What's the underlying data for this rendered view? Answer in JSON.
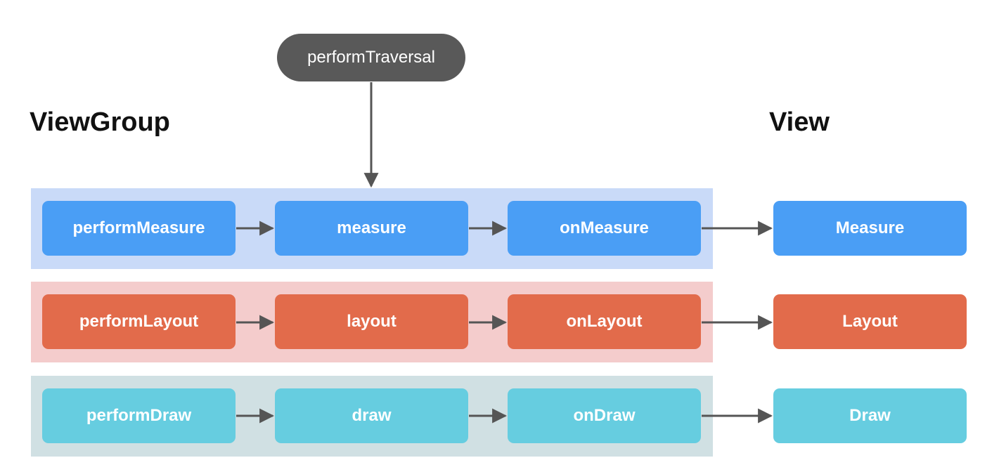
{
  "top_node": {
    "label": "performTraversal"
  },
  "headings": {
    "left": "ViewGroup",
    "right": "View"
  },
  "rows": [
    {
      "name": "measure",
      "color": "#4a9ef5",
      "band_color": "#c9daf8",
      "nodes": [
        "performMeasure",
        "measure",
        "onMeasure"
      ],
      "view_node": "Measure"
    },
    {
      "name": "layout",
      "color": "#e26b4b",
      "band_color": "#f4cccc",
      "nodes": [
        "performLayout",
        "layout",
        "onLayout"
      ],
      "view_node": "Layout"
    },
    {
      "name": "draw",
      "color": "#66cde0",
      "band_color": "#d0e0e3",
      "nodes": [
        "performDraw",
        "draw",
        "onDraw"
      ],
      "view_node": "Draw"
    }
  ],
  "colors": {
    "pill": "#595959",
    "arrow": "#555555"
  }
}
